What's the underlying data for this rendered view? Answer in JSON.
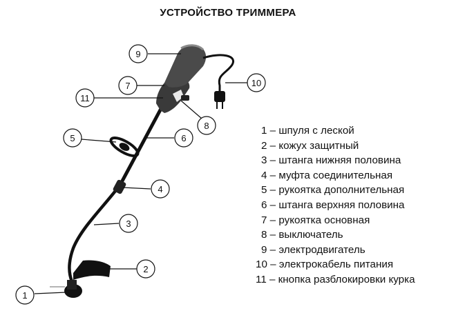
{
  "title": "УСТРОЙСТВО ТРИММЕРА",
  "callouts": [
    "1",
    "2",
    "3",
    "4",
    "5",
    "6",
    "7",
    "8",
    "9",
    "10",
    "11"
  ],
  "legend": [
    "1 – шпуля с леской",
    "2 – кожух защитный",
    "3 – штанга нижняя половина",
    "4 – муфта соединительная",
    "5 – рукоятка дополнительная",
    "6 – штанга верхняя половина",
    "7 – рукоятка основная",
    "8 – выключатель",
    "9 – электродвигатель",
    "10 – электрокабель питания",
    "11 – кнопка разблокировки курка"
  ]
}
